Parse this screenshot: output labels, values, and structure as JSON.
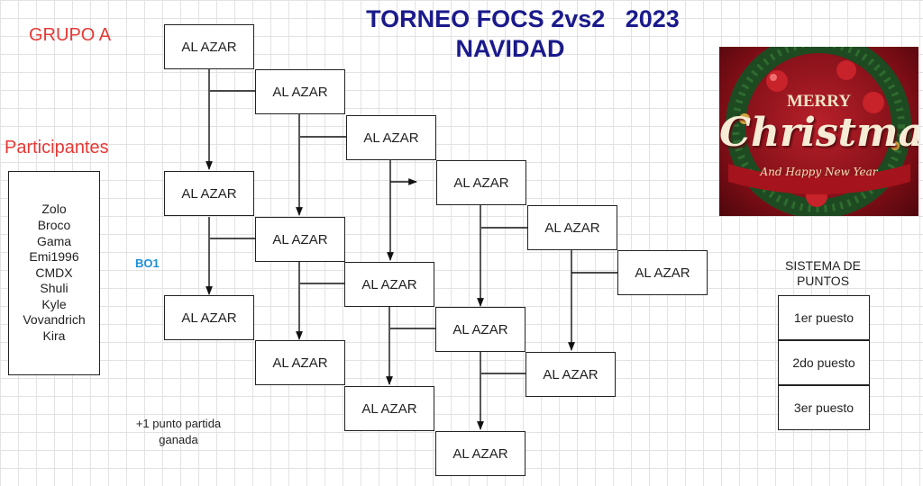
{
  "title": {
    "line1": "TORNEO FOCS 2vs2   2023",
    "line2": "NAVIDAD"
  },
  "group_label": "GRUPO A",
  "participants_label": "Participantes",
  "participants": [
    "Zolo",
    "Broco",
    "Gama",
    "Emi1996",
    "CMDX",
    "Shuli",
    "Kyle",
    "Vovandrich",
    "Kira"
  ],
  "bo_label": "BO1",
  "bonus_note": {
    "line1": "+1 punto partida",
    "line2": "ganada"
  },
  "bracket_box_label": "AL AZAR",
  "points": {
    "title_line1": "SISTEMA DE",
    "title_line2": "PUNTOS",
    "rows": [
      "1er puesto",
      "2do puesto",
      "3er puesto"
    ]
  },
  "banner": {
    "merry": "MERRY",
    "christmas": "Christmas",
    "ribbon": "And Happy New Year"
  },
  "colors": {
    "title": "#1a1a8c",
    "red_label": "#e53935",
    "bo1": "#1a8fd6"
  }
}
